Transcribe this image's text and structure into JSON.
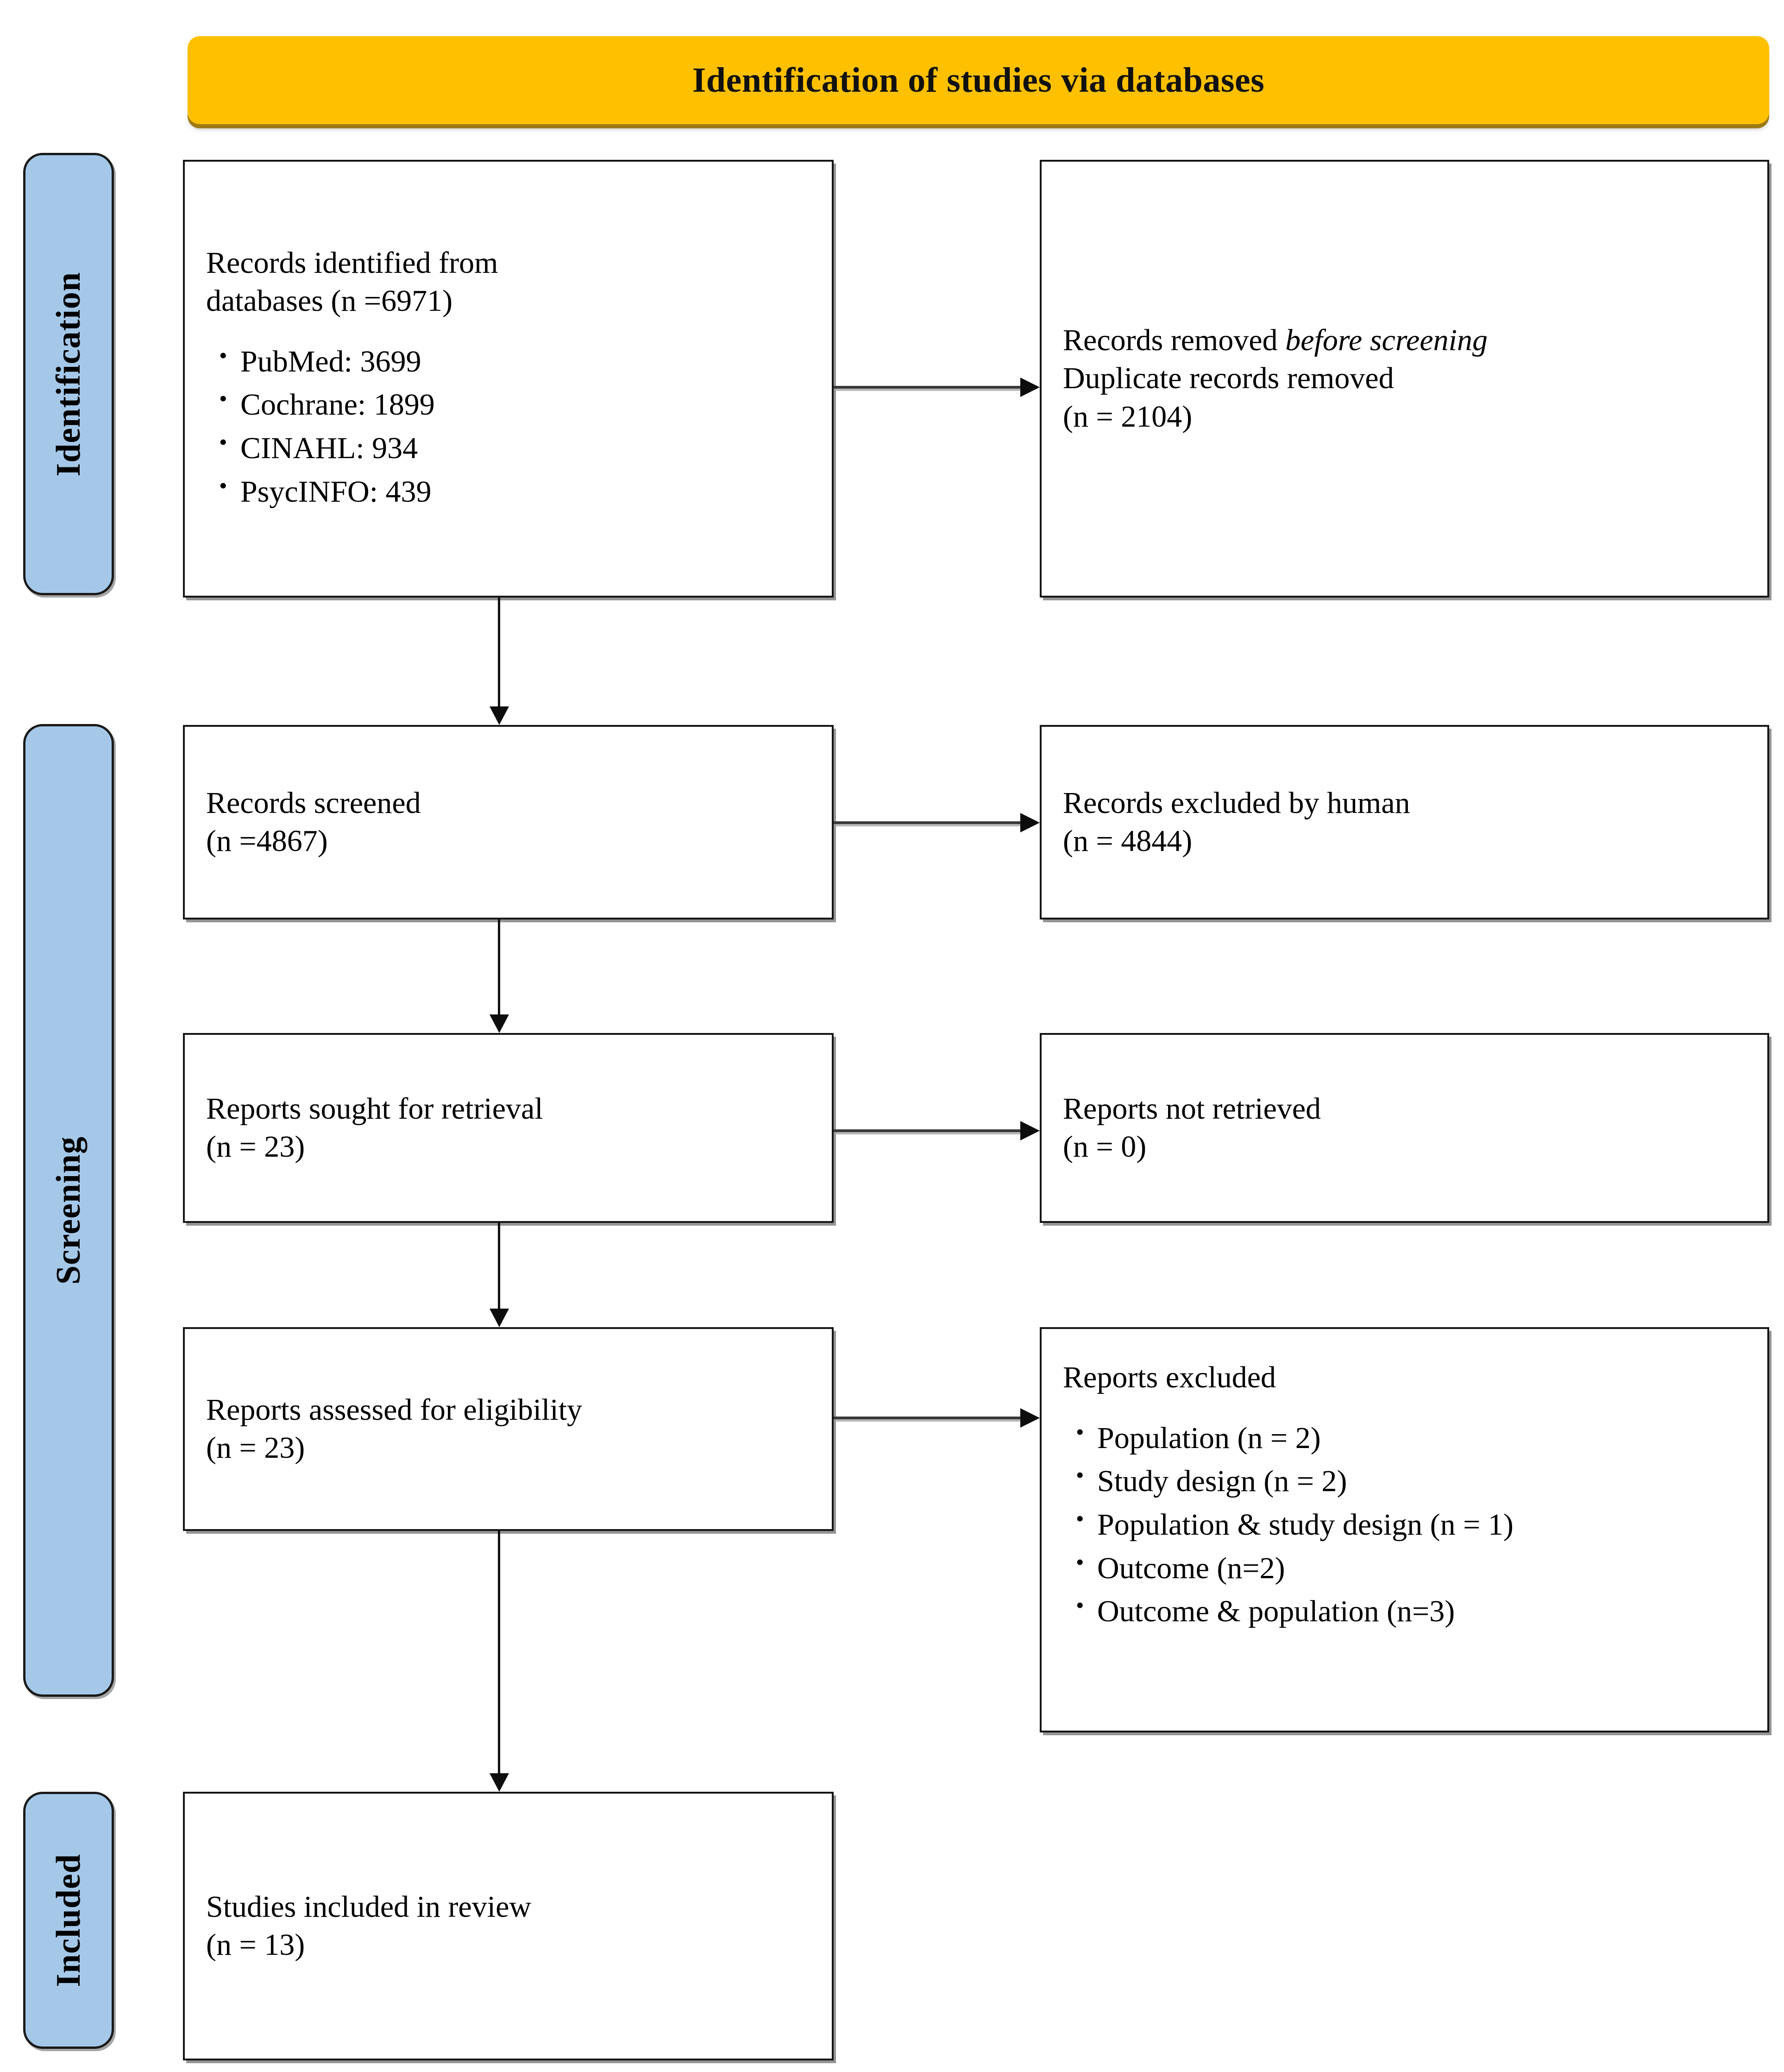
{
  "banner": {
    "title": "Identification of studies via databases"
  },
  "stages": [
    {
      "id": "identification",
      "label": "Identification"
    },
    {
      "id": "screening",
      "label": "Screening"
    },
    {
      "id": "included",
      "label": "Included"
    }
  ],
  "boxes": {
    "identified": {
      "line1": "Records identified from",
      "line2": "databases (n =6971)",
      "sources": [
        "PubMed: 3699",
        "Cochrane: 1899",
        "CINAHL: 934",
        "PsycINFO: 439"
      ]
    },
    "removed": {
      "line1_prefix": "Records removed ",
      "line1_italic": "before screening",
      "line2": "Duplicate records removed",
      "line3": "(n = 2104)"
    },
    "screened": {
      "line1": "Records screened",
      "line2": "(n =4867)"
    },
    "excluded_human": {
      "line1": "Records excluded by human",
      "line2": "(n = 4844)"
    },
    "sought": {
      "line1": "Reports sought for retrieval",
      "line2": "(n = 23)"
    },
    "not_retrieved": {
      "line1": "Reports not retrieved",
      "line2": "(n = 0)"
    },
    "assessed": {
      "line1": "Reports assessed for eligibility",
      "line2": "(n = 23)"
    },
    "reports_excluded": {
      "title": "Reports excluded",
      "reasons": [
        "Population  (n = 2)",
        "Study design (n = 2)",
        "Population & study design (n = 1)",
        "Outcome (n=2)",
        "Outcome & population (n=3)"
      ]
    },
    "included": {
      "line1": "Studies included in review",
      "line2": "(n = 13)"
    }
  },
  "colors": {
    "banner_fill": "#FFC000",
    "banner_shadow": "#9D7A17",
    "stage_fill": "#A5C8E8",
    "box_border": "#151515",
    "arrow": "#0D0D0D"
  }
}
